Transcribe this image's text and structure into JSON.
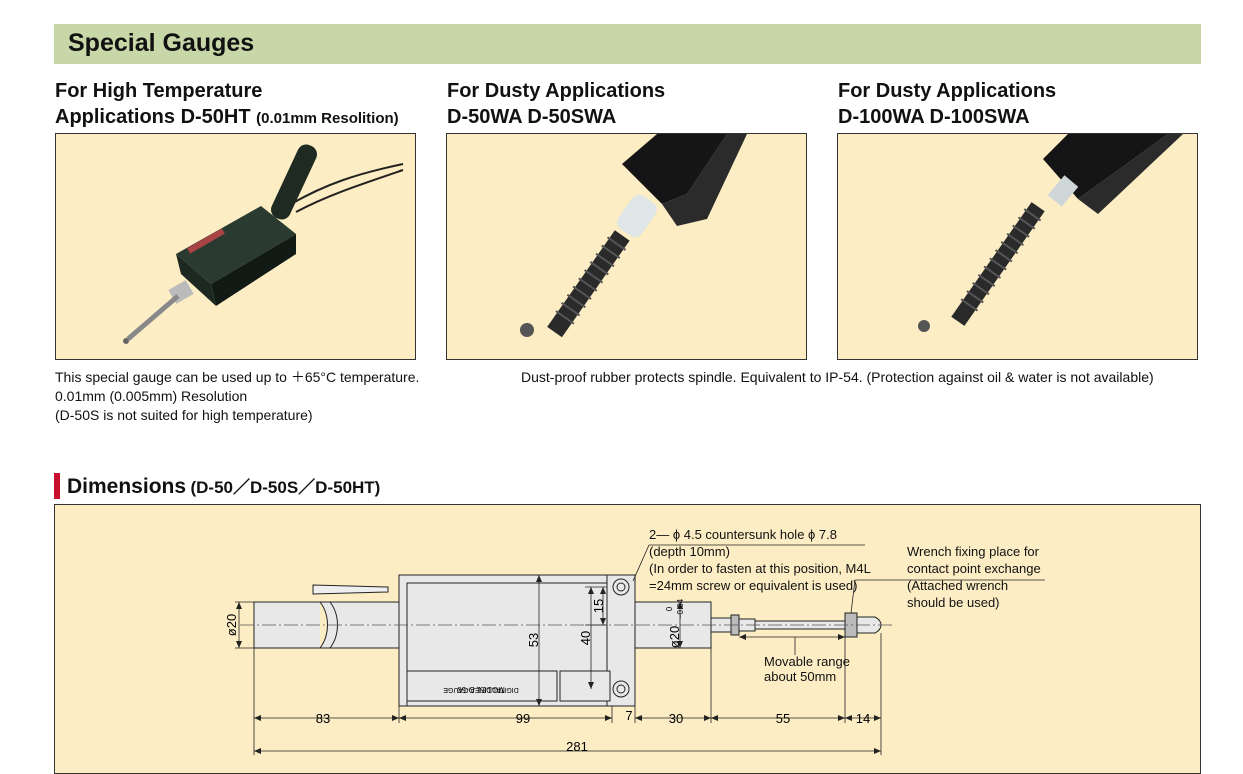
{
  "banner": {
    "title": "Special Gauges"
  },
  "products": [
    {
      "title_line1": "For High Temperature",
      "title_line2": "Applications  D-50HT",
      "title_note": "(0.01mm Resolition)"
    },
    {
      "title_line1": "For Dusty Applications",
      "title_line2": "D-50WA  D-50SWA"
    },
    {
      "title_line1": "For Dusty Applications",
      "title_line2": "D-100WA  D-100SWA"
    }
  ],
  "descriptions": {
    "ht_line1": "This special gauge can be used up to ＋65°C temperature.",
    "ht_line2": "0.01mm (0.005mm) Resolution",
    "ht_line3": "(D-50S is not suited for high temperature)",
    "dusty": "Dust-proof rubber protects spindle. Equivalent to IP-54. (Protection against oil & water is not available)"
  },
  "dimensions": {
    "heading": "Dimensions",
    "heading_models": "(D-50／D-50S／D-50HT)",
    "hole_note_1": "2— ϕ 4.5 countersunk hole ϕ 7.8",
    "hole_note_2": "(depth 10mm)",
    "hole_note_3": "(In order to fasten at this position, M4L",
    "hole_note_4": "=24mm screw or equivalent is used)",
    "wrench_1": "Wrench fixing place for",
    "wrench_2": "contact point exchange",
    "wrench_3": "(Attached wrench",
    "wrench_4": " should be used)",
    "movable_1": "Movable range",
    "movable_2": "about 50mm",
    "dia_cable": "ø20",
    "dia_spindle": "ø20",
    "tol_upper": "0",
    "tol_lower": "−0.04",
    "h53": "53",
    "h40": "40",
    "h15": "15",
    "d83": "83",
    "d99": "99",
    "d7": "7",
    "d30": "30",
    "d55": "55",
    "d14": "14",
    "d281": "281",
    "label_model": "MODEL  D-50",
    "label_desc": "DIGITAL LINEA GAUGE"
  },
  "colors": {
    "banner": "#c7d7a8",
    "panel": "#fcedc4",
    "accent": "#c8102e"
  }
}
